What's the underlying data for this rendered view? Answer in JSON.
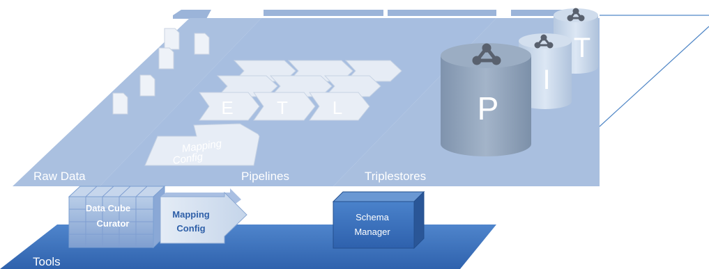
{
  "planes": {
    "raw_data": "Raw Data",
    "pipelines": "Pipelines",
    "triplestores": "Triplestores",
    "tools": "Tools"
  },
  "etl": {
    "e": "E",
    "t": "T",
    "l": "L"
  },
  "mapping_config_flat": {
    "line1": "Mapping",
    "line2": "Config"
  },
  "triplestore_cylinders": {
    "p": "P",
    "i": "I",
    "t": "T"
  },
  "tools": {
    "data_cube_curator": {
      "line1": "Data Cube",
      "line2": "Curator"
    },
    "mapping_config": {
      "line1": "Mapping",
      "line2": "Config"
    },
    "schema_manager": {
      "line1": "Schema",
      "line2": "Manager"
    }
  },
  "colors": {
    "plane": "#a9bfdf",
    "plane_dark": "#8ea8cf",
    "tools_plane": "#3f74bd",
    "cylinder": "#8c9fb7",
    "schema_box": "#3d74be"
  }
}
